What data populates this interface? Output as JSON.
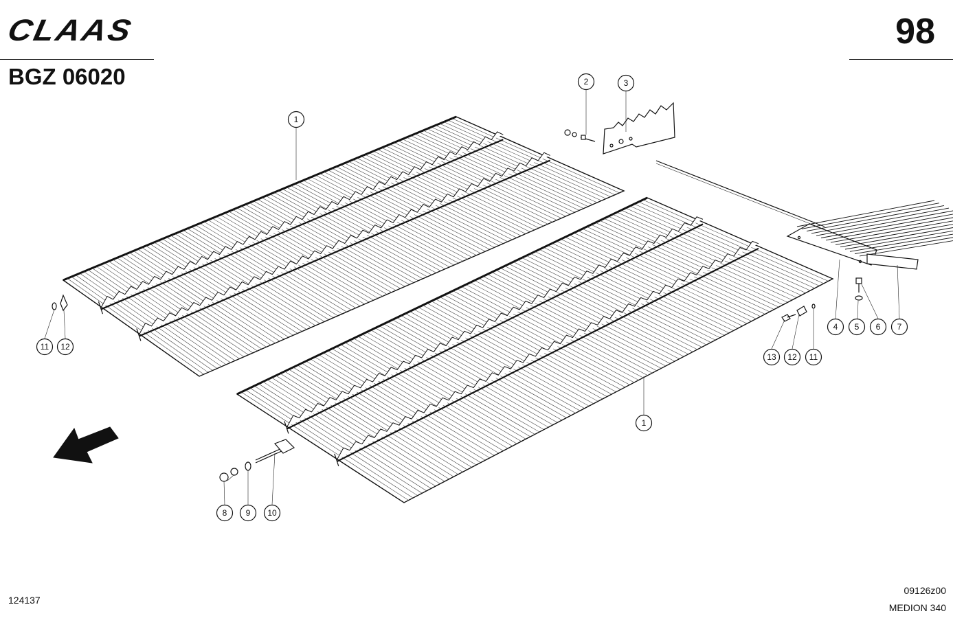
{
  "header": {
    "brand": "CLAAS",
    "page_number": "98",
    "group_code": "BGZ 06020"
  },
  "footer": {
    "drawing_number": "124137",
    "reference_code": "09126z00",
    "model": "MEDION 340"
  },
  "callouts": [
    "1",
    "1",
    "2",
    "3",
    "4",
    "5",
    "6",
    "7",
    "8",
    "9",
    "10",
    "11",
    "11",
    "12",
    "12",
    "13"
  ]
}
